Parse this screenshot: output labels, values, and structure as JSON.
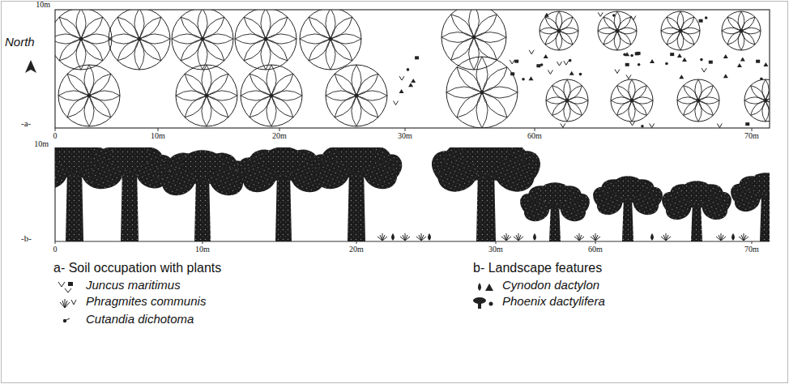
{
  "diagram": {
    "labels": [
      "North",
      "10m",
      "-a-",
      "0",
      "10m",
      "20m",
      "30m",
      "60m",
      "70m",
      "10m",
      "-b-",
      "0",
      "10m",
      "20m",
      "30m",
      "60m",
      "70m",
      "a- Soil occupation with plants",
      "b- Landscape features"
    ],
    "legend": [
      {
        "text": "Juncus maritimus"
      },
      {
        "text": "Phragmites communis"
      },
      {
        "text": "Cutandia dichotoma"
      },
      {
        "text": "Cynodon dactylon"
      },
      {
        "text": "Phoenix dactylifera"
      }
    ]
  }
}
